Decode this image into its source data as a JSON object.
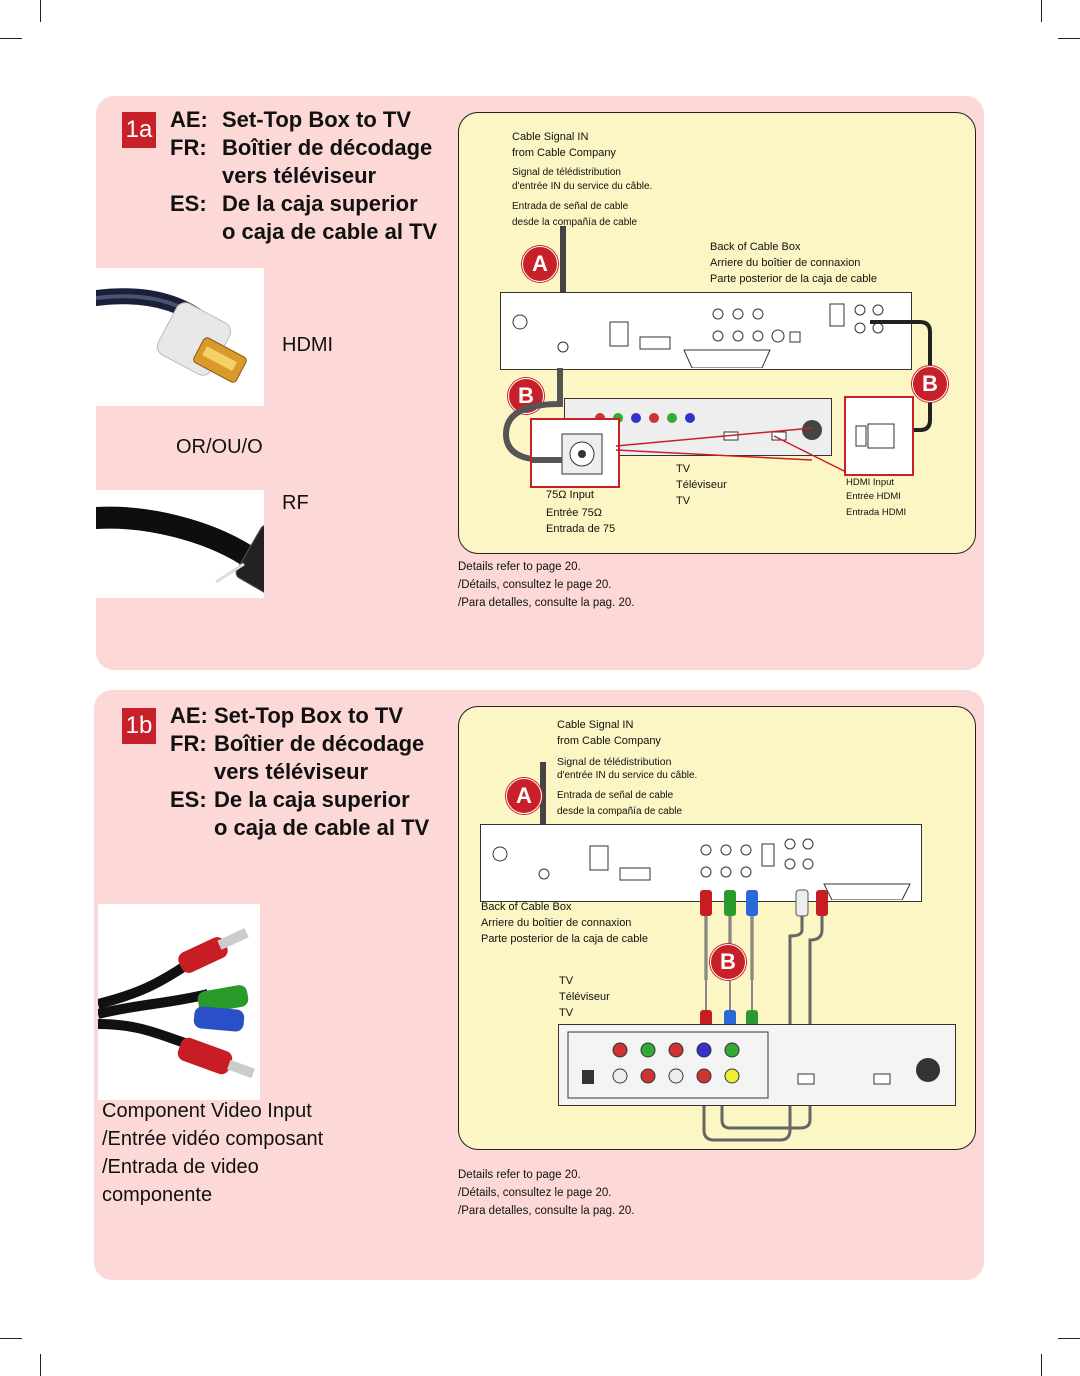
{
  "sections": [
    {
      "step": "1a",
      "title_rows": [
        {
          "code": "AE:",
          "text": "Set-Top Box to TV"
        },
        {
          "code": "FR:",
          "text": "Boîtier de décodage"
        },
        {
          "code": "",
          "text": "vers téléviseur"
        },
        {
          "code": "ES:",
          "text": "De la caja superior"
        },
        {
          "code": "",
          "text": "o caja de cable al TV"
        }
      ],
      "connector_labels": {
        "hdmi": "HDMI",
        "or": "OR/OU/O",
        "rf": "RF"
      },
      "diagram": {
        "cable_signal": [
          "Cable Signal IN",
          "from Cable Company",
          "Signal de télédistribution",
          "d'entrée IN du service du câble.",
          "Entrada de señal de cable",
          "desde la compañía de cable"
        ],
        "back_of_box": [
          "Back of Cable Box",
          "Arriere du boîtier de connaxion",
          "Parte posterior de la caja de cable"
        ],
        "tv": [
          "TV",
          "Téléviseur",
          "TV"
        ],
        "input_75": [
          "75Ω Input",
          "Entrée 75Ω",
          "Entrada de 75"
        ],
        "hdmi_input": [
          "HDMI Input",
          "Entrée HDMI",
          "Entrada HDMI"
        ],
        "markers": [
          "A",
          "B",
          "B"
        ]
      },
      "details": [
        "Details refer to page 20.",
        "/Détails, consultez le page 20.",
        "/Para detalles, consulte la pag. 20."
      ]
    },
    {
      "step": "1b",
      "title_rows": [
        {
          "code": "AE:",
          "text": "Set-Top Box to TV"
        },
        {
          "code": "FR:",
          "text": "Boîtier de décodage"
        },
        {
          "code": "",
          "text": "vers téléviseur"
        },
        {
          "code": "ES:",
          "text": "De la caja superior"
        },
        {
          "code": "",
          "text": "o caja de cable al TV"
        }
      ],
      "component_label": [
        "Component Video Input",
        "/Entrée vidéo composant",
        "/Entrada de video",
        "componente"
      ],
      "diagram": {
        "cable_signal": [
          "Cable Signal IN",
          "from Cable Company",
          "Signal de télédistribution",
          "d'entrée IN du service du câble.",
          "Entrada de señal de cable",
          "desde la compañía de cable"
        ],
        "back_of_box": [
          "Back of Cable Box",
          "Arriere du boîtier de connaxion",
          "Parte posterior de la caja de cable"
        ],
        "tv": [
          "TV",
          "Téléviseur",
          "TV"
        ],
        "markers": [
          "A",
          "B"
        ]
      },
      "details": [
        "Details refer to page 20.",
        "/Détails, consultez le page 20.",
        "/Para detalles, consulte la pag. 20."
      ]
    }
  ],
  "colors": {
    "panel": "#fcd9d6",
    "diagram": "#fbf6c3",
    "accent": "#c8202a"
  },
  "icons": [
    "hdmi-plug-icon",
    "rf-plug-icon",
    "component-plugs-icon"
  ]
}
